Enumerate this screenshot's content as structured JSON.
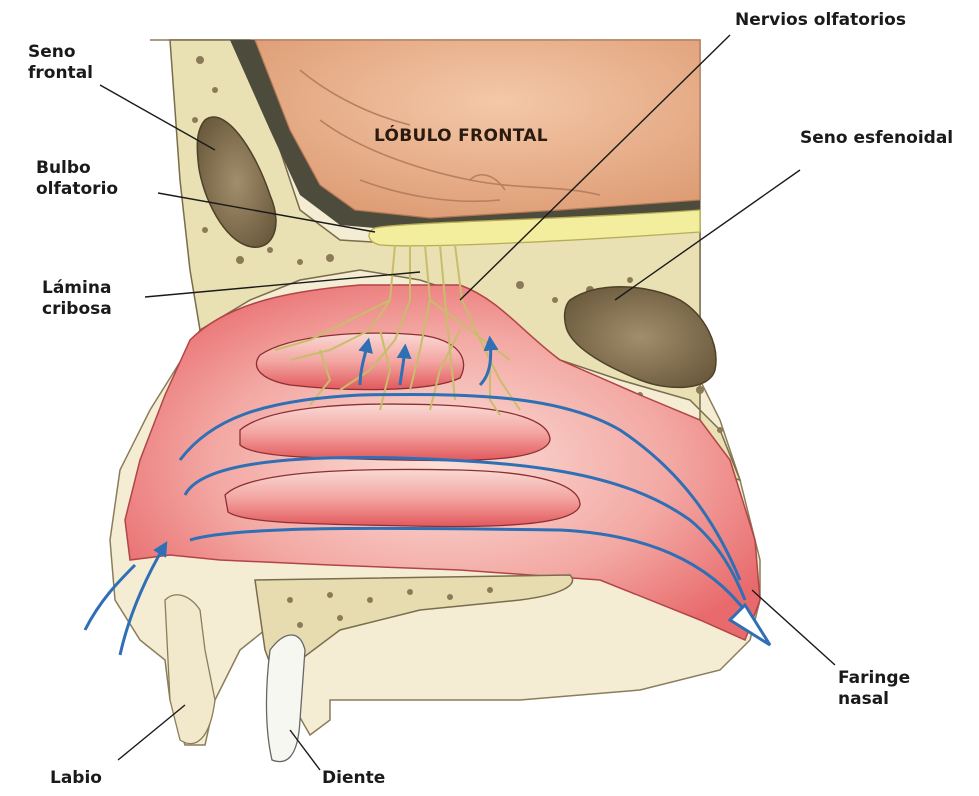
{
  "diagram": {
    "labels": {
      "seno_frontal": "Seno\nfrontal",
      "nervios_olfatorios": "Nervios olfatorios",
      "seno_esfenoidal": "Seno esfenoidal",
      "bulbo_olfatorio": "Bulbo\nolfatorio",
      "lamina_cribosa": "Lámina\ncribosa",
      "faringe_nasal": "Faringe\nnasal",
      "labio": "Labio",
      "diente": "Diente",
      "lobulo_frontal": "LÓBULO FRONTAL"
    },
    "colors": {
      "brain": "#e9b18f",
      "brain_shade": "#d9956f",
      "dura": "#4a4a3a",
      "bone": "#e8dfb4",
      "bone_dots": "#7a6a4a",
      "sinus": "#7a6a4a",
      "cavity": "#f0a9a4",
      "mucosa": "#e45e61",
      "nerve": "#f2ee9e",
      "airflow": "#2f6fb5",
      "skin": "#f3ebd2"
    }
  }
}
